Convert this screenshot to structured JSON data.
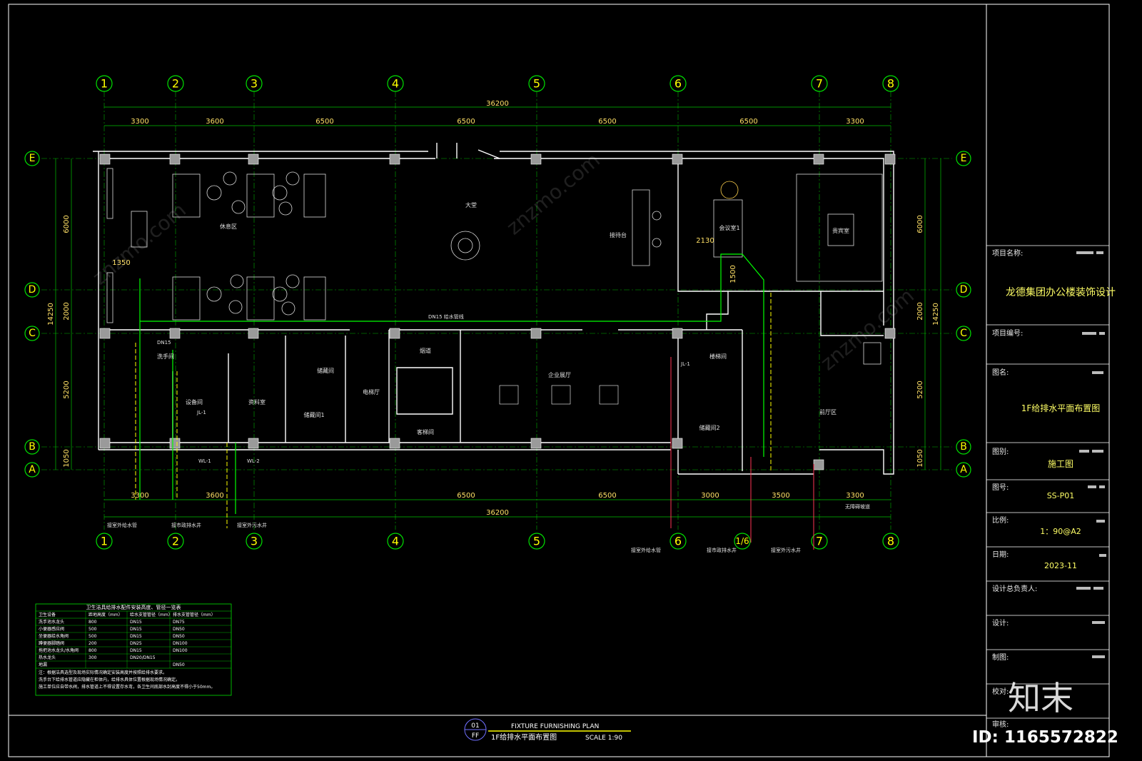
{
  "grid": {
    "columns": [
      "1",
      "2",
      "3",
      "4",
      "5",
      "6",
      "7",
      "8"
    ],
    "rows": [
      "E",
      "D",
      "C",
      "B",
      "A"
    ],
    "bottom_extra": "1/6"
  },
  "dims": {
    "top_total": "36200",
    "top_spans": [
      "3300",
      "3600",
      "6500",
      "6500",
      "6500",
      "6500",
      "3300"
    ],
    "bottom_total": "36200",
    "bottom_spans": [
      "3300",
      "3600",
      "6500",
      "6500",
      "3000",
      "3500",
      "3300"
    ],
    "left_total": "14250",
    "left_spans": [
      "6000",
      "2000",
      "5200",
      "1050"
    ],
    "right_total": "14250",
    "right_spans": [
      "6000",
      "2000",
      "5200",
      "1050"
    ],
    "misc": [
      "1350",
      "1500",
      "2130"
    ]
  },
  "rooms": {
    "lounge": "休息区",
    "lobby": "大堂",
    "reception": "接待台",
    "meeting": "会议室1",
    "vip": "贵宾室",
    "washing": "洗手间",
    "equipment": "设备间",
    "material": "资料室",
    "storage": "储藏间",
    "storage1": "储藏间1",
    "elevator_hall": "电梯厅",
    "elevator": "客梯间",
    "shaft": "烟道",
    "hall": "企业展厅",
    "storage2": "储藏间2",
    "office": "前厅区",
    "stair": "楼梯间"
  },
  "pipe_labels": {
    "main": "DN15 给水管线",
    "dn15": "DN15",
    "jl1": "JL-1",
    "wl1": "WL-1",
    "wl2": "WL-2",
    "jl2": "JL-1",
    "note1": "接室外给水管",
    "note2": "接市政排水井",
    "note3": "接室外污水井",
    "note4": "接室外给水管",
    "note5": "接市政排水井",
    "note6": "接室外污水井",
    "note7": "无障碍坡道"
  },
  "fixture_table": {
    "title": "卫生洁具给排水配件安装高度、管径一览表",
    "headers": [
      "卫生设备",
      "距地高度（mm）",
      "给水支管管径（mm）",
      "排水支管管径（mm）"
    ],
    "rows": [
      [
        "洗手池水龙头",
        "800",
        "DN15",
        "DN75"
      ],
      [
        "小便器感应阀",
        "500",
        "DN15",
        "DN50"
      ],
      [
        "坐便器给水角阀",
        "500",
        "DN15",
        "DN50"
      ],
      [
        "蹲便器脚踏阀",
        "200",
        "DN25",
        "DN100"
      ],
      [
        "拖把池水龙头/水角阀",
        "800",
        "DN15",
        "DN100"
      ],
      [
        "热水龙头",
        "300",
        "DN20/DN15",
        ""
      ],
      [
        "地漏",
        "",
        "",
        "DN50"
      ]
    ],
    "notes": [
      "注：根据洁具选型及现场实际情况确定安装高度并按照给排水要求。",
      "    洗手台下给排水管道应隐藏在柜体内，给排水具体位置根据现场情况确定。",
      "    施工单位应自带水阀，排水管道上不得设置存水弯，各卫生间底部水封高度不得小于50mm。"
    ]
  },
  "title_block": {
    "project_name_label": "项目名称:",
    "project_name": "龙德集团办公楼装饰设计",
    "project_no_label": "项目编号:",
    "drawing_name_label": "图名:",
    "drawing_name": "1F给排水平面布置图",
    "category_label": "图别:",
    "category": "施工图",
    "number_label": "图号:",
    "number": "SS-P01",
    "scale_label": "比例:",
    "scale": "1：90@A2",
    "date_label": "日期:",
    "date": "2023-11",
    "chief_label": "设计总负责人:",
    "design_label": "设计:",
    "draw_label": "制图:",
    "check_label": "校对:",
    "review_label": "审核:"
  },
  "footer": {
    "num_top": "01",
    "num_bottom": "FF",
    "title_en": "FIXTURE FURNISHING PLAN",
    "title_cn": "1F给排水平面布置图",
    "scale": "SCALE 1:90"
  },
  "watermark": {
    "logo": "知末",
    "site": "znzmo.com",
    "id": "ID: 1165572822"
  },
  "colors": {
    "bg": "#000000",
    "grid": "#00e000",
    "wall": "#ffffff",
    "bubble_text": "#ffff00",
    "dim": "#ffe066",
    "pipe": "#00ff00",
    "drain": "#ffff00"
  }
}
